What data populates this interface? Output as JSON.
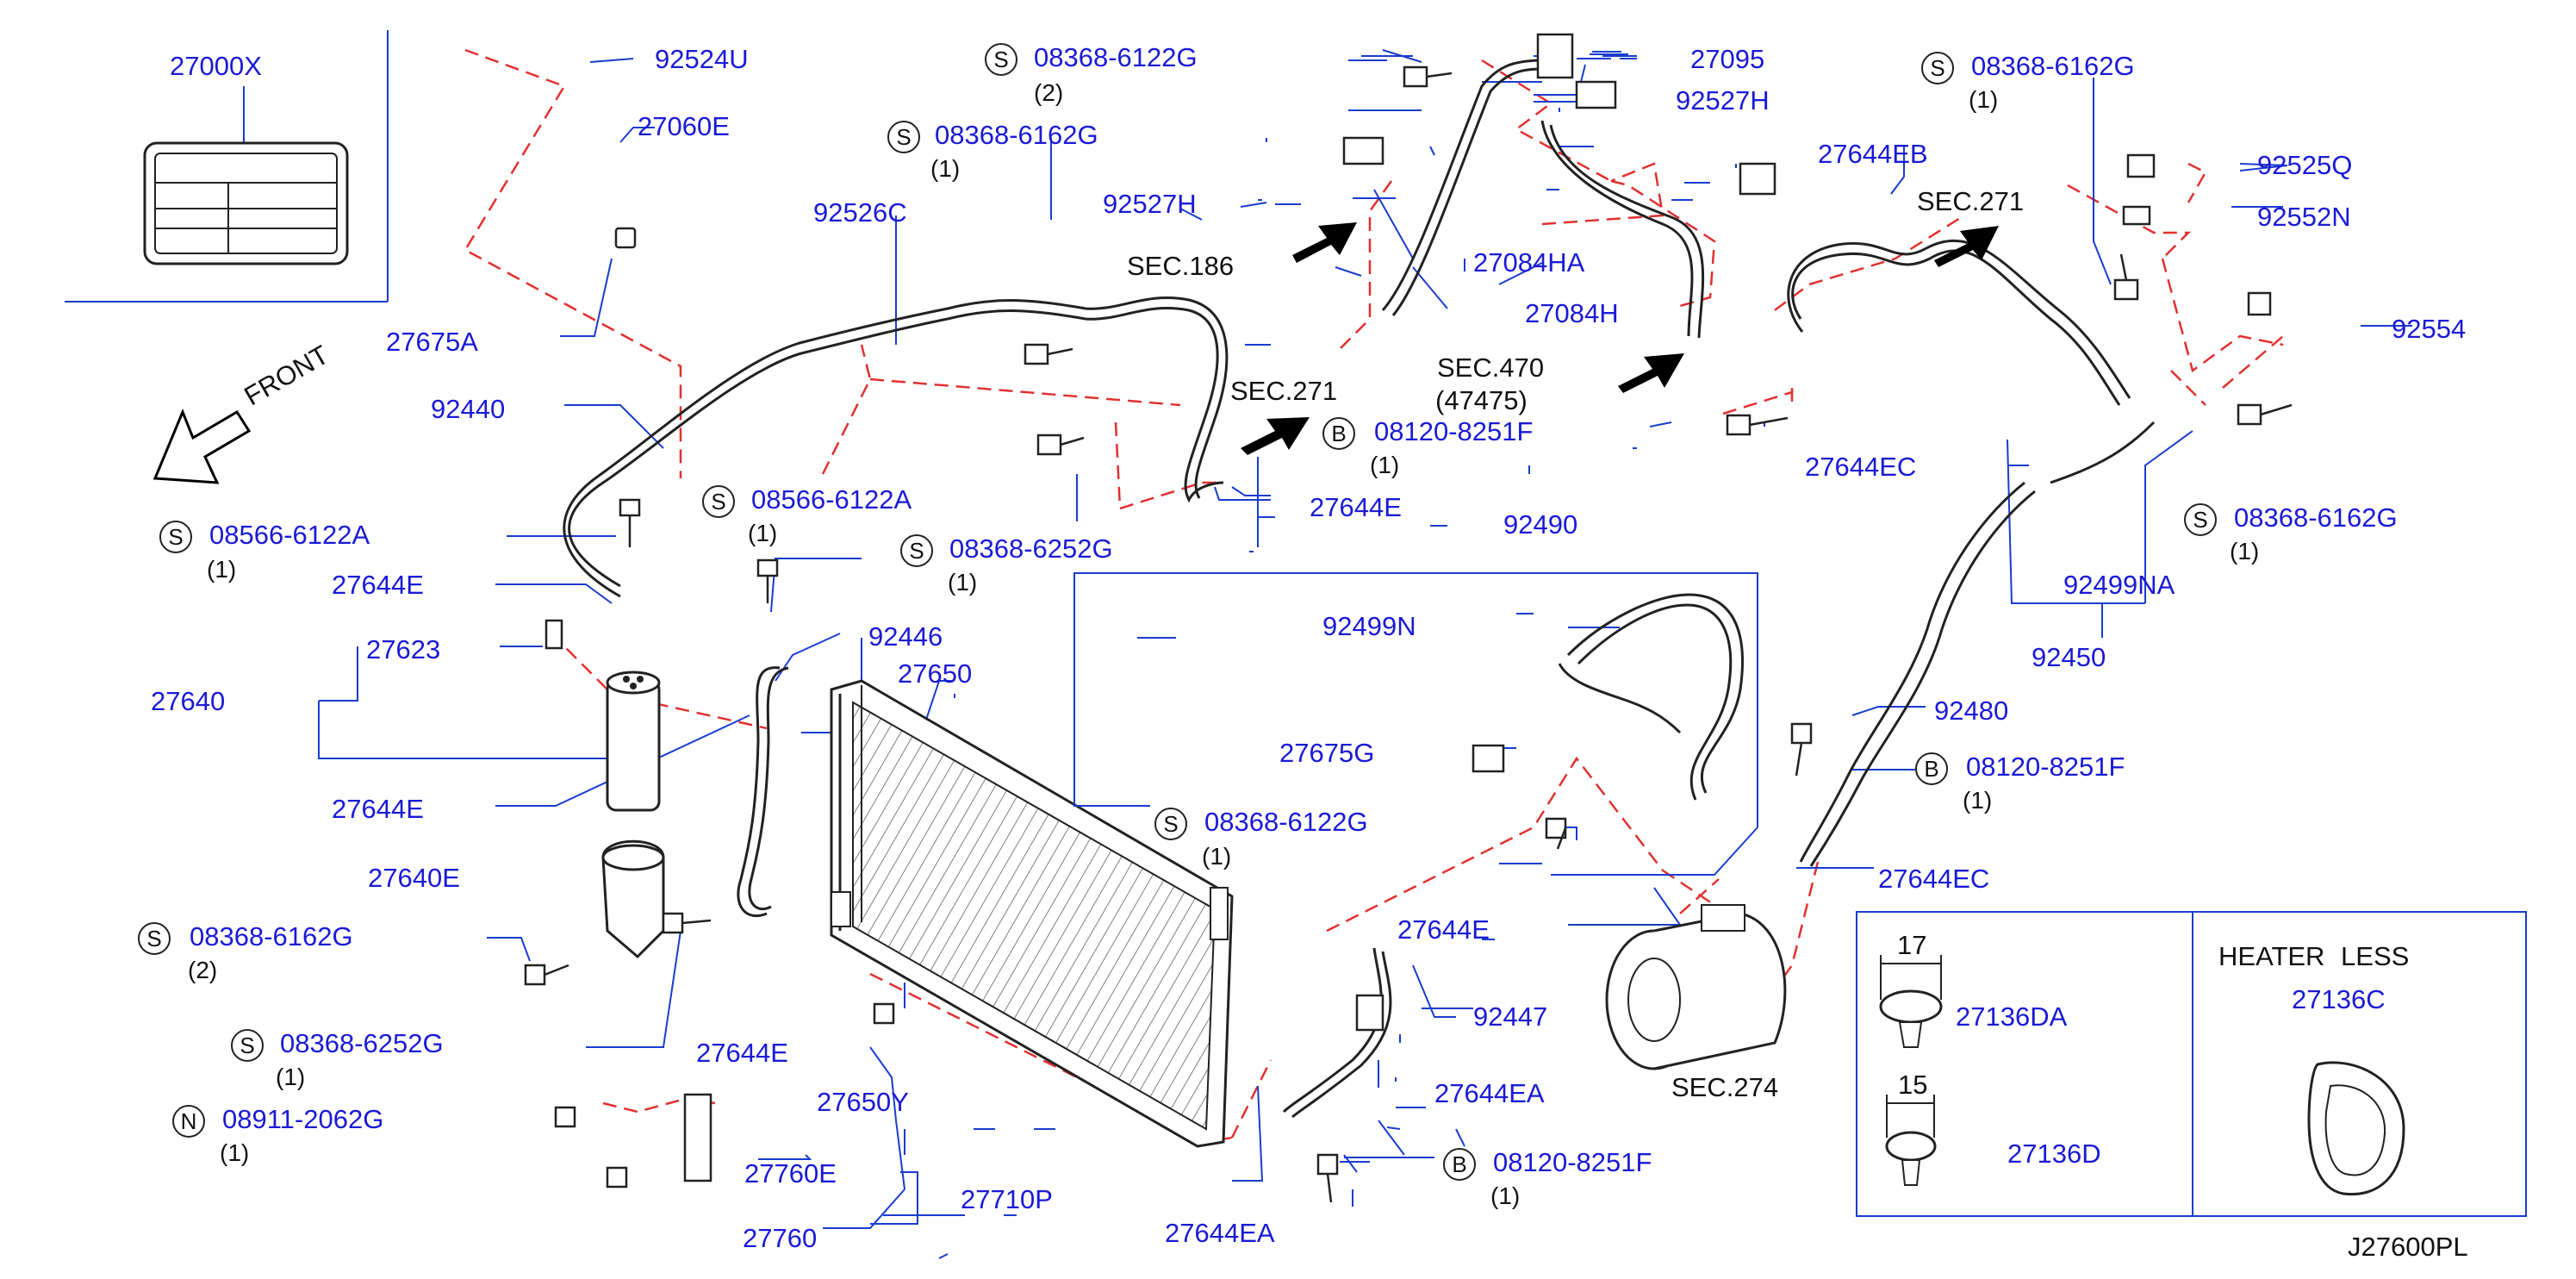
{
  "colors": {
    "part_number": "#1a1ad6",
    "leader": "#1a3ccf",
    "dashed": "#e23030",
    "outline": "#222222",
    "arrow": "#000000"
  },
  "labels": {
    "p27000X": "27000X",
    "p92524U": "92524U",
    "p27060E": "27060E",
    "p27675A": "27675A",
    "p92440": "92440",
    "p27644E_a": "27644E",
    "p27623": "27623",
    "p27640": "27640",
    "p27644E_b": "27644E",
    "p27640E": "27640E",
    "p92446": "92446",
    "p27650": "27650",
    "p92526C": "92526C",
    "p92527H_a": "92527H",
    "p27644E_c": "27644E",
    "p27644E_d": "27644E",
    "p27650Y": "27650Y",
    "p27760E": "27760E",
    "p27760": "27760",
    "p27710P": "27710P",
    "p27644EA_a": "27644EA",
    "p27095": "27095",
    "p92527H_b": "92527H",
    "p27084HA": "27084HA",
    "p27084H": "27084H",
    "p27644EB": "27644EB",
    "p92525Q": "92525Q",
    "p92552N": "92552N",
    "p92554": "92554",
    "p27644EC_a": "27644EC",
    "p92499NA": "92499NA",
    "p92450": "92450",
    "p92480": "92480",
    "p27644EC_b": "27644EC",
    "p92490": "92490",
    "p92499N": "92499N",
    "p27675G": "27675G",
    "p27644E_e": "27644E",
    "p92447": "92447",
    "p27644EA_b": "27644EA",
    "p27136DA": "27136DA",
    "p27136D": "27136D",
    "p27136C": "27136C"
  },
  "bolt_callouts": {
    "c1": {
      "prefix": "S",
      "part": "08368-6122G",
      "qty": "(2)"
    },
    "c2": {
      "prefix": "S",
      "part": "08368-6162G",
      "qty": "(1)"
    },
    "c3": {
      "prefix": "S",
      "part": "08368-6162G",
      "qty": "(1)"
    },
    "c4": {
      "prefix": "S",
      "part": "08566-6122A",
      "qty": "(1)"
    },
    "c5": {
      "prefix": "S",
      "part": "08566-6122A",
      "qty": "(1)"
    },
    "c6": {
      "prefix": "S",
      "part": "08368-6252G",
      "qty": "(1)"
    },
    "c7": {
      "prefix": "B",
      "part": "08120-8251F",
      "qty": "(1)"
    },
    "c8": {
      "prefix": "S",
      "part": "08368-6162G",
      "qty": "(1)"
    },
    "c9": {
      "prefix": "B",
      "part": "08120-8251F",
      "qty": "(1)"
    },
    "c10": {
      "prefix": "S",
      "part": "08368-6122G",
      "qty": "(1)"
    },
    "c11": {
      "prefix": "S",
      "part": "08368-6162G",
      "qty": "(2)"
    },
    "c12": {
      "prefix": "S",
      "part": "08368-6252G",
      "qty": "(1)"
    },
    "c13": {
      "prefix": "N",
      "part": "08911-2062G",
      "qty": "(1)"
    },
    "c14": {
      "prefix": "B",
      "part": "08120-8251F",
      "qty": "(1)"
    }
  },
  "section_refs": {
    "sec186": "SEC.186",
    "sec271_a": "SEC.271",
    "sec271_b": "SEC.271",
    "sec470": "SEC.470",
    "sec470_sub": "(47475)",
    "sec274": "SEC.274"
  },
  "annotations": {
    "front": "FRONT",
    "dim17": "17",
    "dim15": "15",
    "heater_less": "HEATER LESS",
    "diagram_code": "J27600PL"
  }
}
